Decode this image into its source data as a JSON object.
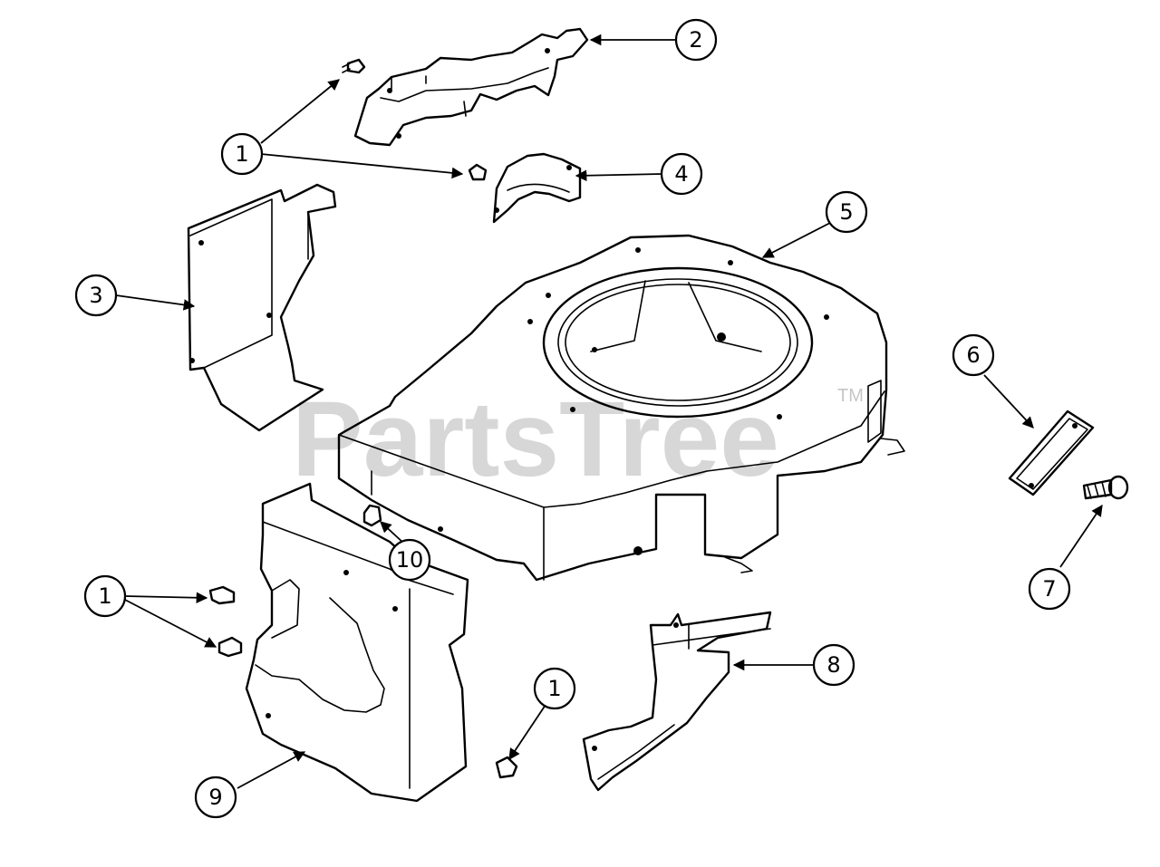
{
  "watermark": {
    "text": "PartsTree",
    "trademark": "TM"
  },
  "callouts": [
    {
      "id": "c1a",
      "label": "1"
    },
    {
      "id": "c2",
      "label": "2"
    },
    {
      "id": "c3",
      "label": "3"
    },
    {
      "id": "c4",
      "label": "4"
    },
    {
      "id": "c5",
      "label": "5"
    },
    {
      "id": "c6",
      "label": "6"
    },
    {
      "id": "c7",
      "label": "7"
    },
    {
      "id": "c1b",
      "label": "1"
    },
    {
      "id": "c10",
      "label": "10"
    },
    {
      "id": "c8",
      "label": "8"
    },
    {
      "id": "c1c",
      "label": "1"
    },
    {
      "id": "c9",
      "label": "9"
    }
  ]
}
